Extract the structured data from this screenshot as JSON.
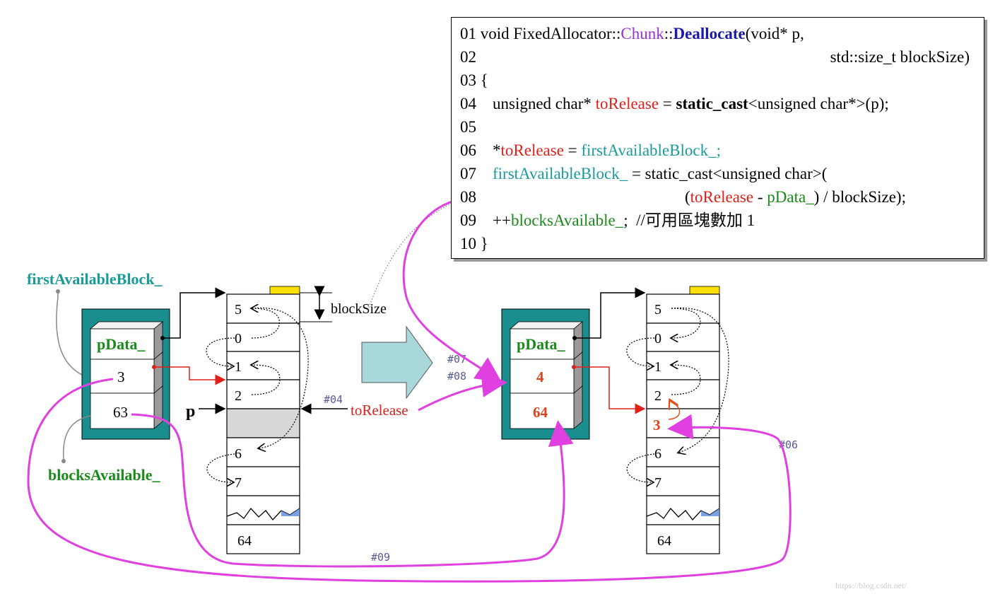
{
  "code": {
    "line01": {
      "num": "01",
      "pre": "void FixedAllocator::",
      "chunk": "Chunk",
      "sep": "::",
      "fn": "Deallocate",
      "post": "(void* p,"
    },
    "line02": {
      "num": "02",
      "text": "std::size_t blockSize)"
    },
    "line03": {
      "num": "03",
      "text": "{"
    },
    "line04": {
      "num": "04",
      "pre": "unsigned char* ",
      "var": "toRelease",
      "mid": " = ",
      "kw": "static_cast",
      "post": "<unsigned char*>(p);"
    },
    "line05": {
      "num": "05"
    },
    "line06": {
      "num": "06",
      "star": "*",
      "var": "toRelease",
      "mid": " = ",
      "fab": "firstAvailableBlock_;"
    },
    "line07": {
      "num": "07",
      "fab": "firstAvailableBlock_",
      "post": " = static_cast<unsigned char>("
    },
    "line08": {
      "num": "08",
      "open": "(",
      "var": "toRelease",
      "mid": " - ",
      "pdata": "pData_",
      "post": ") / blockSize);"
    },
    "line09": {
      "num": "09",
      "pre": "++",
      "ba": "blocksAvailable_",
      "post": ";  //可用區塊數加 1"
    },
    "line10": {
      "num": "10",
      "text": "}"
    }
  },
  "labels": {
    "first_available_block": "firstAvailableBlock_",
    "blocks_available": "blocksAvailable_",
    "p": "p",
    "block_size": "blockSize",
    "to_release": "toRelease",
    "tag04": "#04",
    "tag07": "#07",
    "tag08": "#08",
    "tag06": "#06",
    "tag09": "#09",
    "watermark": "https://blog.csdn.net/"
  },
  "left_chunk": {
    "pdata": "pData_",
    "first": "3",
    "avail": "63"
  },
  "right_chunk": {
    "pdata": "pData_",
    "first": "4",
    "avail": "64"
  },
  "left_blocks": [
    "5",
    "0",
    "1",
    "2",
    "",
    "6",
    "7",
    "",
    "64"
  ],
  "right_blocks": [
    "5",
    "0",
    "1",
    "2",
    "3",
    "6",
    "7",
    "",
    "64"
  ],
  "colors": {
    "teal_box": "#1a8e8e",
    "magenta": "#e040e0",
    "red": "#e0201a",
    "green": "#1a8a1a",
    "teal_text": "#1a9a9a",
    "arrow_fill": "#a8d8dc",
    "yellow": "#ffe000"
  }
}
